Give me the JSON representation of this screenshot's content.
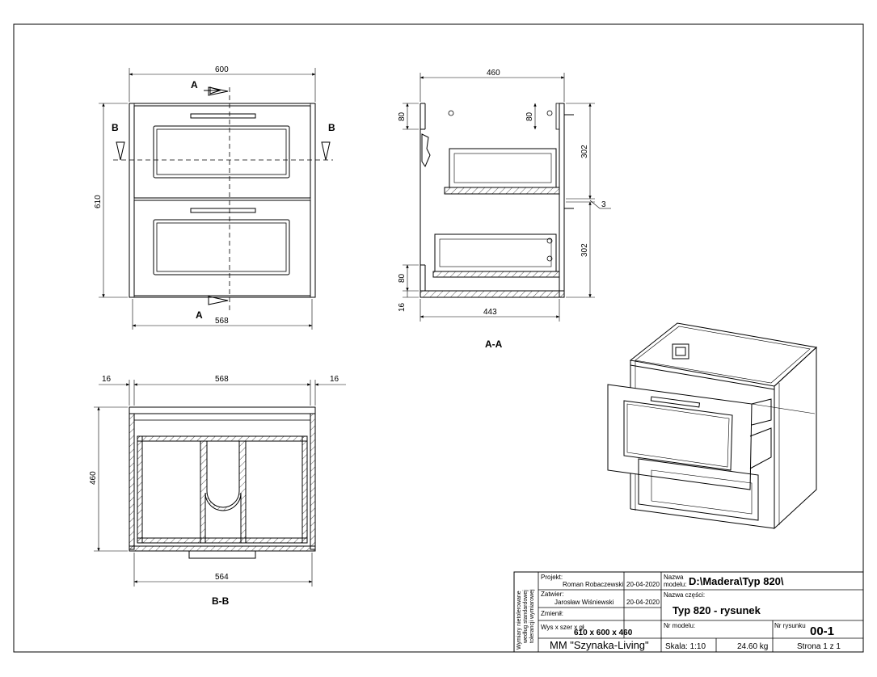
{
  "colors": {
    "line": "#000000",
    "hatch": "#555555",
    "page_number": "#cc0000"
  },
  "front_view": {
    "dims": {
      "width_top": "600",
      "height": "610",
      "width_bottom": "568"
    },
    "section_marks": {
      "a": "A",
      "b": "B"
    }
  },
  "section_aa": {
    "title": "A-A",
    "dims": {
      "depth_top": "460",
      "top_rail": "80",
      "top_rail_right": "80",
      "upper_height": "302",
      "gap": "3",
      "lower_height": "302",
      "bottom_rail": "80",
      "plinth": "16",
      "depth_bottom": "443"
    }
  },
  "section_bb": {
    "title": "B-B",
    "dims": {
      "side_left": "16",
      "inner_width": "568",
      "side_right": "16",
      "depth": "460",
      "drawer_width": "564"
    }
  },
  "iso_view": {
    "icon": "isometric-cabinet"
  },
  "title_block": {
    "side_note": [
      "Wymiary nietolerowane",
      "według standardowej",
      "tolerancji wymiarowej"
    ],
    "projekt_label": "Projekt:",
    "projekt_name": "Roman Robaczewski",
    "projekt_date": "20-04-2020",
    "zatwier_label": "Zatwier:",
    "zatwier_name": "Jarosław Wiśniewski",
    "zatwier_date": "20-04-2020",
    "zmienil_label": "Zmienił:",
    "model_name_label_1": "Nazwa",
    "model_name_label_2": "modelu:",
    "model_name": "D:\\Madera\\Typ 820\\",
    "part_name_label": "Nazwa części:",
    "part_name": "Typ 820 - rysunek",
    "dims_label": "Wys x szer x gł",
    "dims_value": "610 x 600 x 460",
    "model_no_label": "Nr modelu:",
    "drawing_no_label": "Nr rysunku",
    "drawing_no": "00-1",
    "company": "MM \"Szynaka-Living\"",
    "scale": "Skala: 1:10",
    "weight": "24.60 kg",
    "page": "Strona 1 z 1"
  }
}
